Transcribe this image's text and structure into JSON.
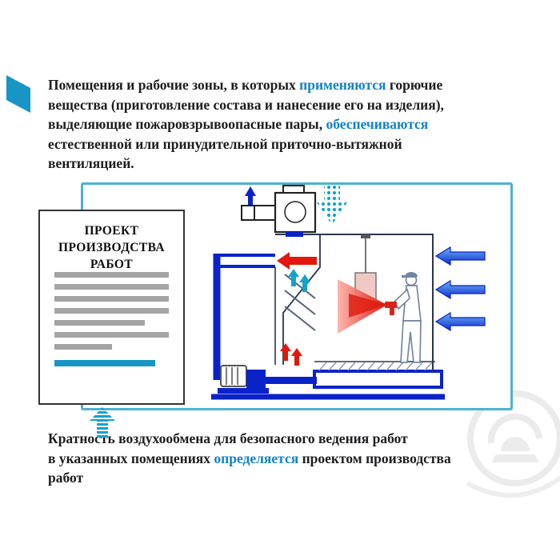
{
  "colors": {
    "accent_teal": "#1795c5",
    "highlight_blue": "#1282c6",
    "panel_border_teal": "#4db2cf",
    "diagram_navy": "#0a23c9",
    "diagram_red": "#e3170c",
    "text_dark": "#1d1d20",
    "placeholder_gray": "#a4a4a4"
  },
  "icons": {
    "section_marker": "teal-skewed-band",
    "dotted_down_arrow": "halftone-dot-down-arrow",
    "striped_up_arrow": "striped-up-arrow",
    "watermark": "light-gray-circular-logo"
  },
  "top_paragraph": {
    "segments": [
      {
        "text": "Помещения и рабочие зоны, в которых "
      },
      {
        "text": "применяются",
        "highlight": true
      },
      {
        "text": " горючие\nвещества (приготовление состава и нанесение его на изделия),\nвыделяющие пожаровзрывоопасные пары, "
      },
      {
        "text": "обеспечиваются",
        "highlight": true
      },
      {
        "text": "\nестественной или принудительной приточно-вытяжной\nвентиляцией."
      }
    ]
  },
  "document_card": {
    "title_line1": "ПРОЕКТ",
    "title_line2": "ПРОИЗВОДСТВА",
    "title_line3": "РАБОТ"
  },
  "bottom_paragraph": {
    "segments": [
      {
        "text": "Кратность воздухообмена для безопасного ведения работ\nв указанных помещениях "
      },
      {
        "text": "определяется",
        "highlight": true
      },
      {
        "text": " проектом производства\nработ"
      }
    ]
  }
}
